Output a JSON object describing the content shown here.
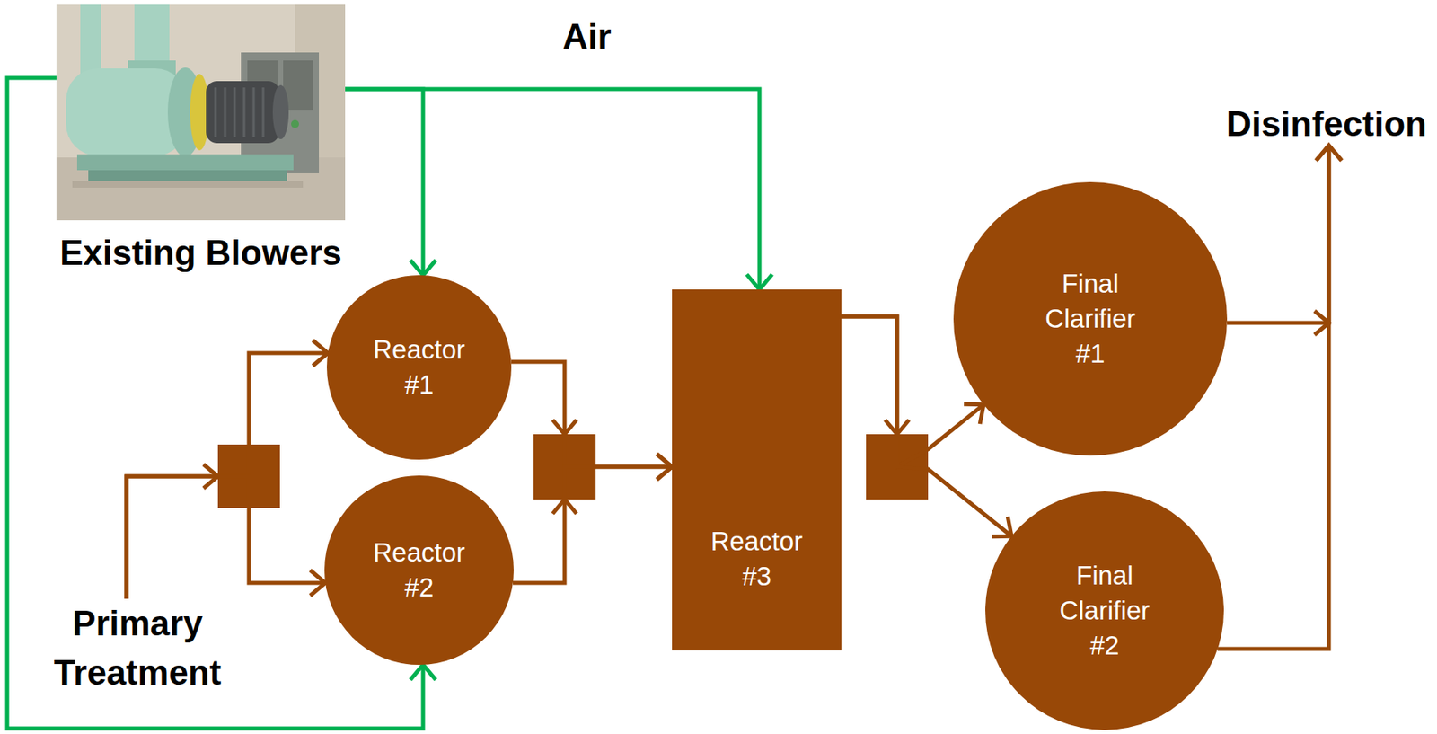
{
  "diagram": {
    "nodes": [
      {
        "text": [
          "Existing Blowers"
        ]
      },
      {
        "text": [
          "Primary Treatment"
        ]
      },
      {
        "text": [
          "Reactor #1"
        ]
      },
      {
        "text": [
          "Reactor #2"
        ]
      },
      {
        "text": [
          "Reactor #3"
        ]
      },
      {
        "text": [
          "Final Clarifier #1"
        ]
      },
      {
        "text": [
          "Final Clarifier #2"
        ]
      },
      {
        "text": [
          "Disinfection"
        ]
      }
    ],
    "edges": [
      {
        "from": 0,
        "to": 2,
        "arrow": "to"
      },
      {
        "from": 0,
        "to": 4,
        "arrow": "to"
      },
      {
        "from": 0,
        "to": 3,
        "arrow": "to"
      },
      {
        "from": 1,
        "to": 2,
        "arrow": "to"
      },
      {
        "from": 1,
        "to": 3,
        "arrow": "to"
      },
      {
        "from": 2,
        "to": 4,
        "arrow": "to"
      },
      {
        "from": 3,
        "to": 4,
        "arrow": "to"
      },
      {
        "from": 4,
        "to": 5,
        "arrow": "to"
      },
      {
        "from": 4,
        "to": 6,
        "arrow": "to"
      },
      {
        "from": 5,
        "to": 7,
        "arrow": "to"
      },
      {
        "from": 6,
        "to": 7,
        "arrow": "to"
      }
    ],
    "labels": [
      "Air"
    ]
  }
}
